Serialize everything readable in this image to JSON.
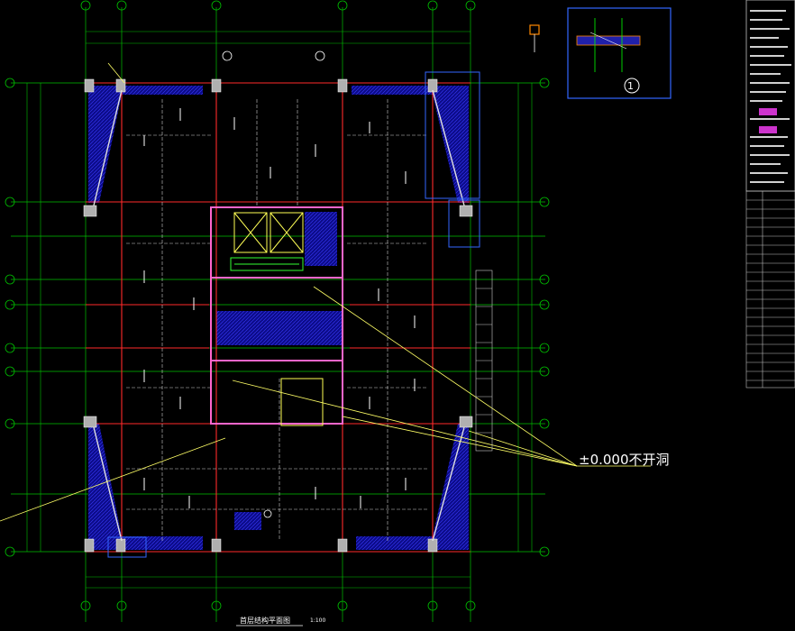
{
  "annotation": {
    "text": "±0.000不开洞"
  },
  "plan": {
    "title": "首层结构平面图",
    "scale": "1:100"
  },
  "detail": {
    "number": "1"
  },
  "colors": {
    "background": "#000000",
    "grid": "#00ff00",
    "wall": "#c8c8c8",
    "beam": "#ff3333",
    "hatch": "#1010a0",
    "leader": "#ffff66",
    "text": "#ffffff",
    "outline": "#3366ff"
  }
}
